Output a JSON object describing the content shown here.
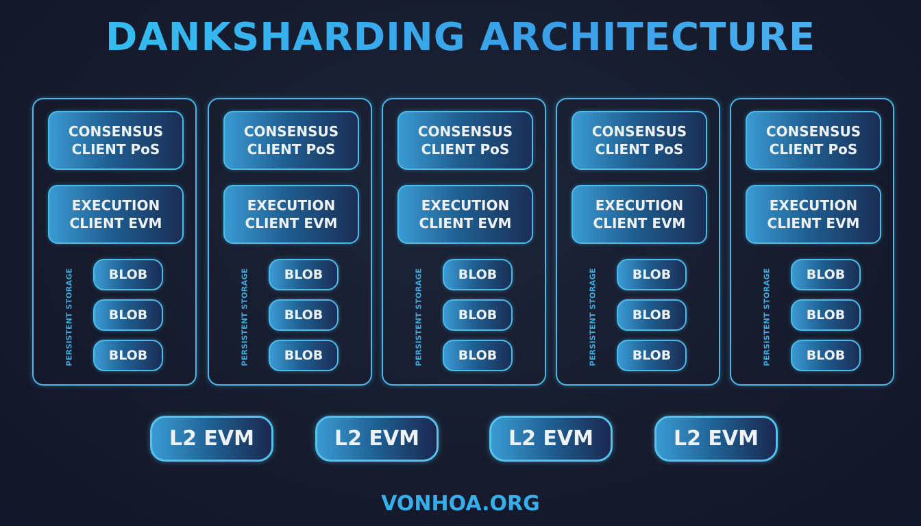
{
  "title": "DANKSHARDING ARCHITECTURE",
  "nodes": [
    {
      "consensus": [
        "CONSENSUS",
        "CLIENT PoS"
      ],
      "execution": [
        "EXECUTION",
        "CLIENT EVM"
      ],
      "storage_label": "PERSISTENT STORAGE",
      "blobs": [
        "BLOB",
        "BLOB",
        "BLOB"
      ]
    },
    {
      "consensus": [
        "CONSENSUS",
        "CLIENT PoS"
      ],
      "execution": [
        "EXECUTION",
        "CLIENT EVM"
      ],
      "storage_label": "PERSISTENT STORAGE",
      "blobs": [
        "BLOB",
        "BLOB",
        "BLOB"
      ]
    },
    {
      "consensus": [
        "CONSENSUS",
        "CLIENT PoS"
      ],
      "execution": [
        "EXECUTION",
        "CLIENT EVM"
      ],
      "storage_label": "PERSISTENT STORAGE",
      "blobs": [
        "BLOB",
        "BLOB",
        "BLOB"
      ]
    },
    {
      "consensus": [
        "CONSENSUS",
        "CLIENT PoS"
      ],
      "execution": [
        "EXECUTION",
        "CLIENT EVM"
      ],
      "storage_label": "PERSISTENT STORAGE",
      "blobs": [
        "BLOB",
        "BLOB",
        "BLOB"
      ]
    },
    {
      "consensus": [
        "CONSENSUS",
        "CLIENT PoS"
      ],
      "execution": [
        "EXECUTION",
        "CLIENT EVM"
      ],
      "storage_label": "PERSISTENT STORAGE",
      "blobs": [
        "BLOB",
        "BLOB",
        "BLOB"
      ]
    }
  ],
  "l2": [
    "L2 EVM",
    "L2 EVM",
    "L2 EVM",
    "L2 EVM"
  ],
  "footer": "VONHOA.ORG",
  "colors": {
    "accent": "#49b8e8",
    "background": "#141a2b",
    "footer": "#36aeea"
  }
}
